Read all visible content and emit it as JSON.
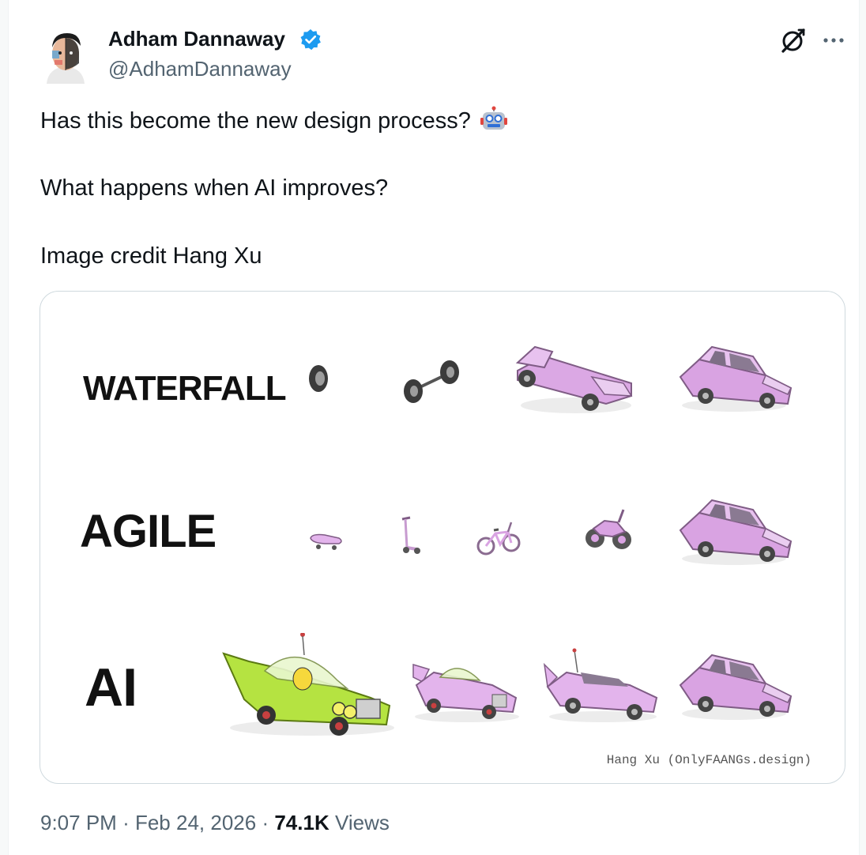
{
  "tweet": {
    "author_name": "Adham Dannaway",
    "handle": "@AdhamDannaway",
    "text_lines": [
      "Has this become the new design process?",
      "What happens when AI improves?",
      "Image credit Hang Xu"
    ],
    "emoji": "robot-face-emoji",
    "time": "9:07 PM",
    "separator": "·",
    "date": "Feb 24, 2026",
    "views_count": "74.1K",
    "views_label": "Views"
  },
  "image": {
    "rows": [
      {
        "label": "WATERFALL",
        "items": [
          "wheel",
          "axle",
          "car-chassis",
          "car"
        ]
      },
      {
        "label": "AGILE",
        "items": [
          "skateboard",
          "scooter",
          "bicycle",
          "motorcycle",
          "car"
        ]
      },
      {
        "label": "AI",
        "items": [
          "homer-car",
          "modified-car",
          "finned-car",
          "car"
        ]
      }
    ],
    "credit": "Hang Xu (OnlyFAANGs.design)"
  },
  "colors": {
    "verified": "#1d9bf0",
    "pink_car": "#e3b4ec",
    "green_car": "#b5e341",
    "muted_text": "#536471"
  },
  "icons": {
    "grok": "grok-icon",
    "more": "more-icon",
    "verified": "verified-badge-icon"
  }
}
